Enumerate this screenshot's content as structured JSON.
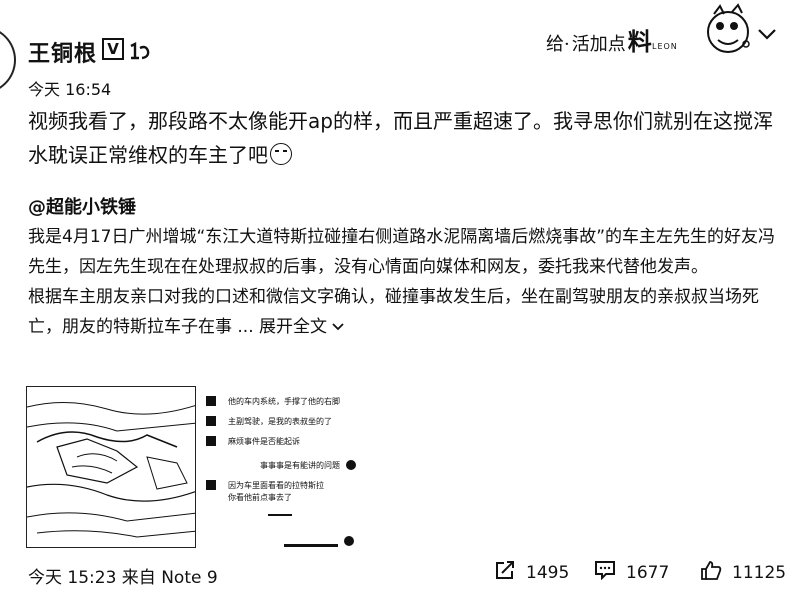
{
  "post": {
    "author": "王铜根",
    "verified_mark": "V",
    "time": "今天 16:54",
    "text": "视频我看了，那段路不太像能开ap的样，而且严重超速了。我寻思你们就别在这搅浑水耽误正常维权的车主了吧"
  },
  "header_banner": {
    "give_label": "给·",
    "slogan_normal": "活加点",
    "slogan_big": "料",
    "sub_label": "LEON"
  },
  "repost": {
    "author": "@超能小铁锤",
    "paragraph1": "我是4月17日广州增城“东江大道特斯拉碰撞右侧道路水泥隔离墙后燃烧事故”的车主左先生的好友冯先生，因左先生现在在处理叔叔的后事，没有心情面向媒体和网友，委托我来代替他发声。",
    "paragraph2": "根据车主朋友亲口对我的口述和微信文字确认，碰撞事故发生后，坐在副驾驶朋友的亲叔叔当场死亡，朋友的特斯拉车子在事 ...",
    "expand_label": "展开全文",
    "chat_lines": [
      "他的车内系统，手撑了他的右脚",
      "主副驾驶，是我的表叔坐的了",
      "麻烦事件是否能起诉",
      "事事事是有能讲的问题",
      "因为车里面看看的拉特斯拉",
      "你看他前点事去了"
    ]
  },
  "footer": {
    "time_source": "今天 15:23 来自 Note 9",
    "reposts": "1495",
    "comments": "1677",
    "likes": "11125"
  },
  "icons": [
    "verified-icon",
    "level-icon",
    "mascot-icon",
    "chevron-down-icon",
    "repost-icon",
    "comment-icon",
    "like-icon"
  ]
}
